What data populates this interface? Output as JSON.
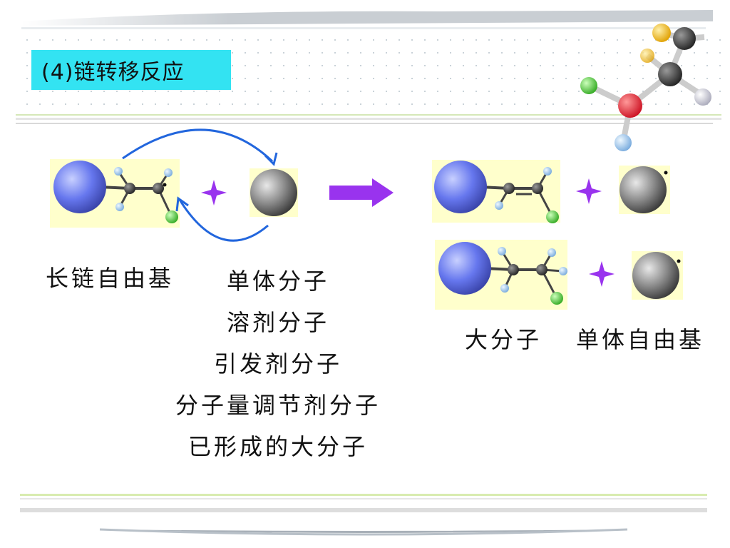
{
  "slide": {
    "title": "(4)链转移反应",
    "labels": {
      "long_chain_radical": "长链自由基",
      "macromolecule": "大分子",
      "monomer_radical": "单体自由基"
    },
    "molecule_types": [
      "单体分子",
      "溶剂分子",
      "引发剂分子",
      "分子量调节剂分子",
      "已形成的大分子"
    ]
  },
  "colors": {
    "title_bg": "#33e3f2",
    "molecule_bg": "#ffffcc",
    "arrow": "#9933ee",
    "plus": "#9933ee",
    "curve": "#2266dd",
    "big_sphere": "#6677ee",
    "grey_sphere": "#888888"
  }
}
